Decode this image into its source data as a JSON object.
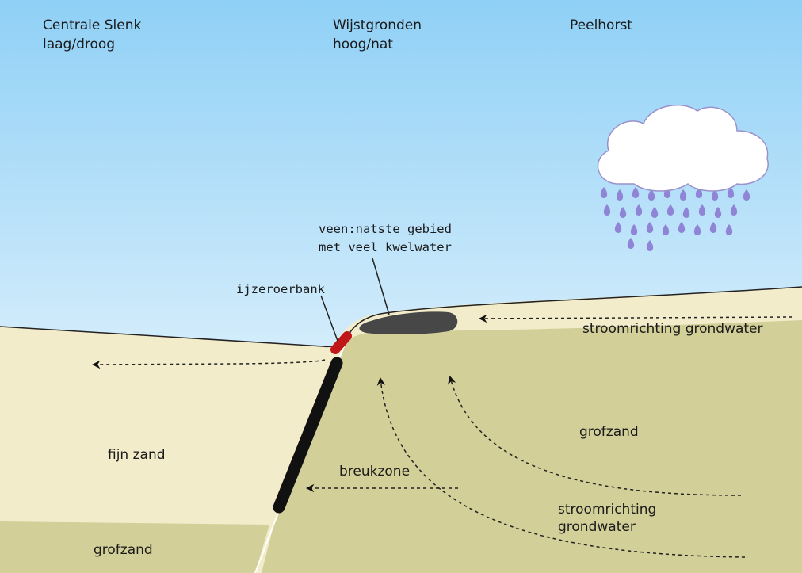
{
  "regions": {
    "centrale_slenk": {
      "name": "Centrale Slenk",
      "condition": "laag/droog"
    },
    "wijstgronden": {
      "name": "Wijstgronden",
      "condition": "hoog/nat"
    },
    "peelhorst": {
      "name": "Peelhorst"
    }
  },
  "labels": {
    "veen_line1": "veen:natste gebied",
    "veen_line2": "met veel kwelwater",
    "ijzeroerbank": "ijzeroerbank",
    "stroomrichting_top": "stroomrichting grondwater",
    "grofzand_right": "grofzand",
    "fijn_zand": "fijn zand",
    "breukzone": "breukzone",
    "stroomrichting_bottom_line1": "stroomrichting",
    "stroomrichting_bottom_line2": "grondwater",
    "grofzand_left": "grofzand"
  },
  "colors": {
    "sky_top": "#8fd0f6",
    "sky_bottom": "#ffffff",
    "fine_sand": "#f2eccb",
    "coarse_sand": "#d3cf98",
    "peat": "#474747",
    "iron_bank": "#c01818",
    "fault": "#111111",
    "cloud": "#ffffff",
    "cloud_outline": "#9a90cc",
    "rain_drop": "#8f84d6"
  },
  "icons": {
    "weather": "rain-cloud-icon"
  }
}
